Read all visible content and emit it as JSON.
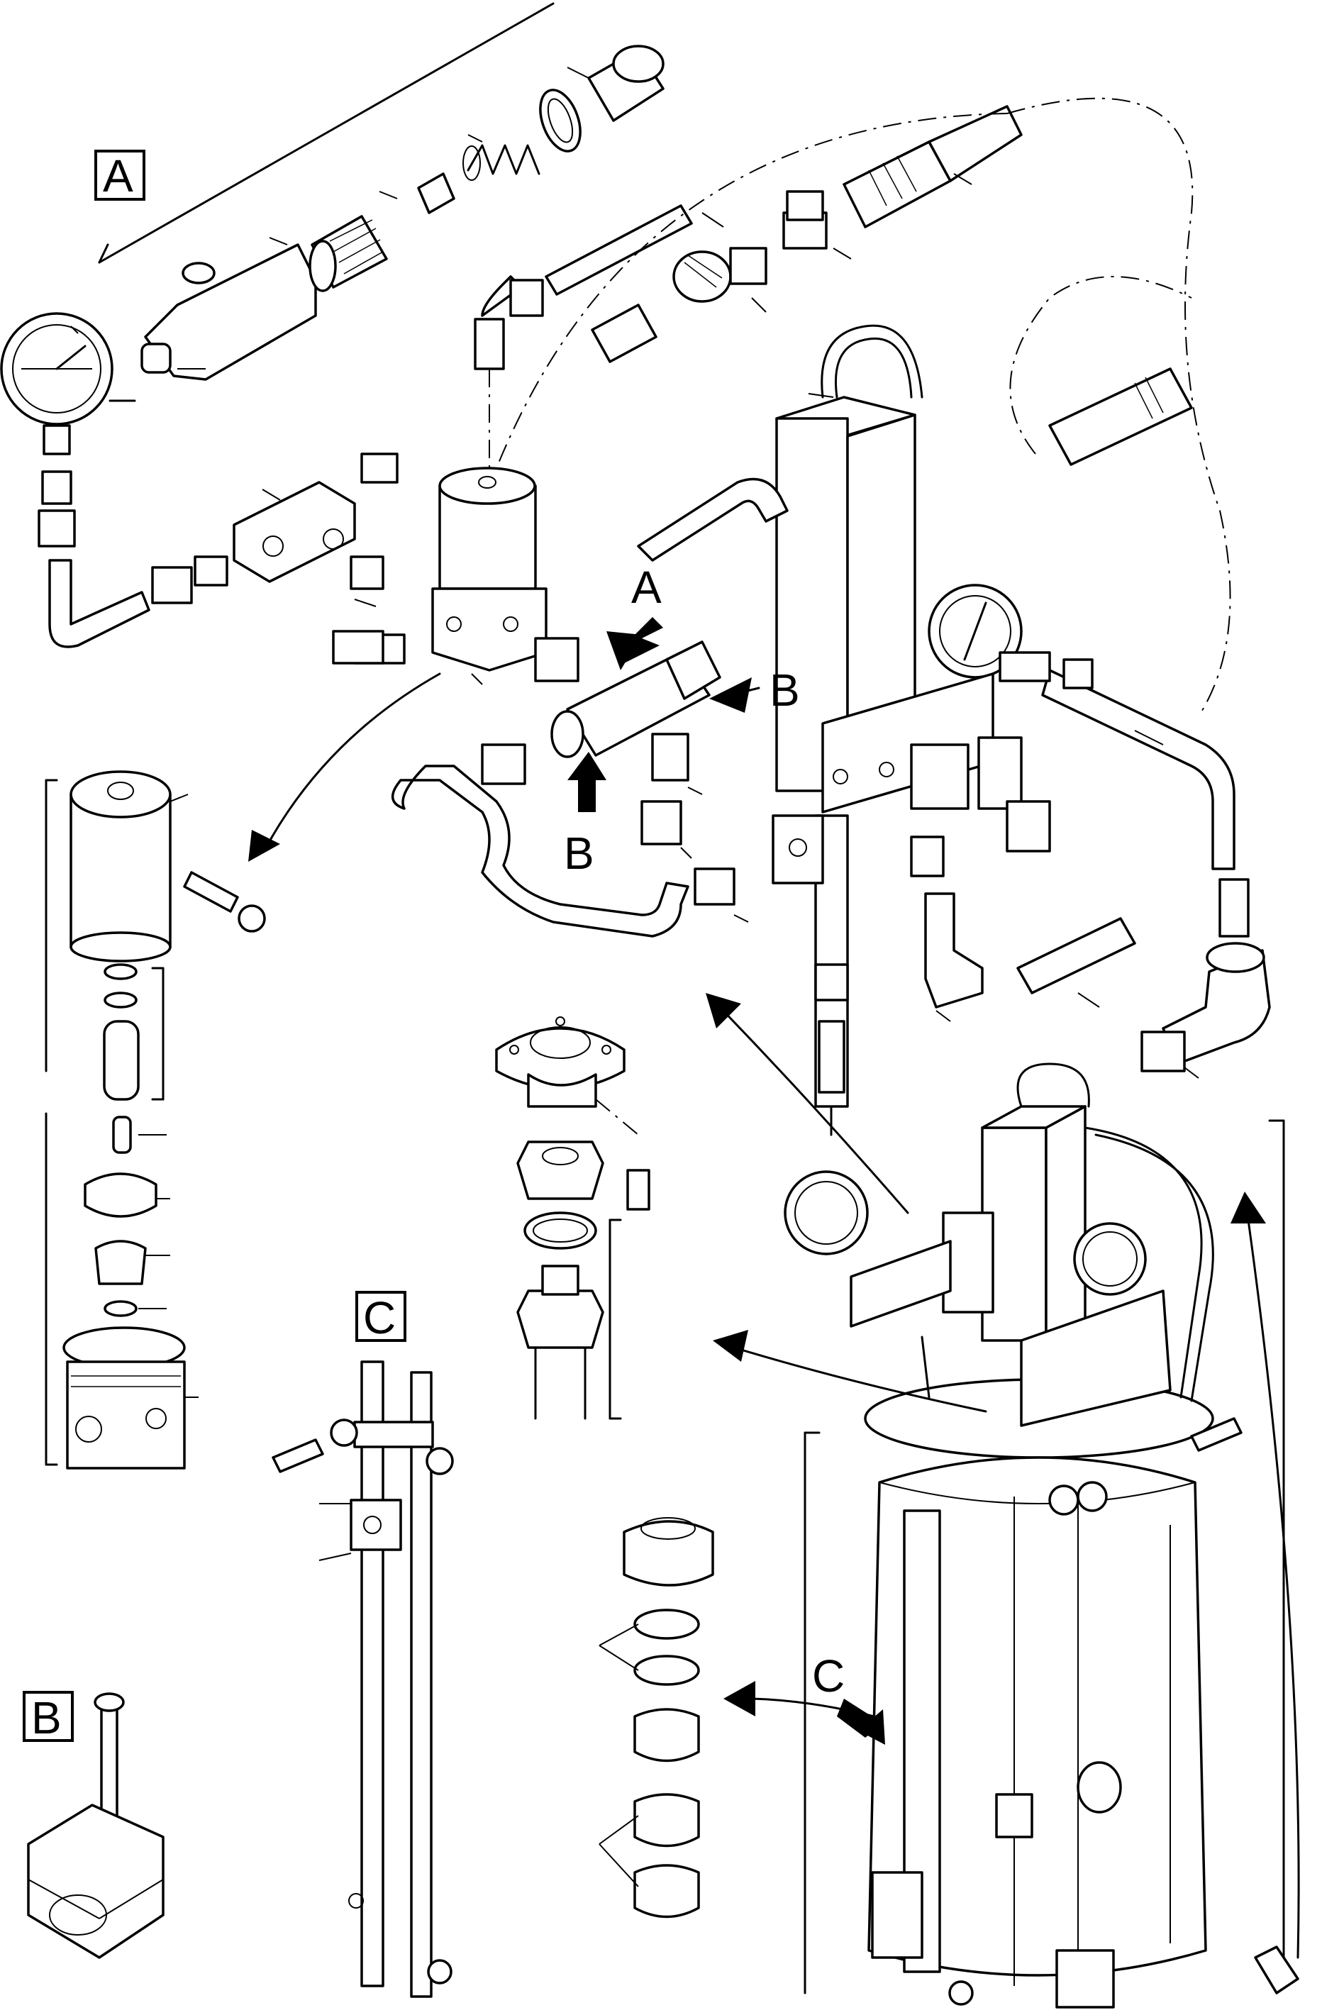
{
  "labels": {
    "section_a": "A",
    "section_b": "B",
    "section_c": "C",
    "arrow_a": "A",
    "arrow_b_right": "B",
    "arrow_b_lower": "B",
    "arrow_c": "C"
  },
  "colors": {
    "ink": "#000000",
    "paper": "#ffffff"
  }
}
